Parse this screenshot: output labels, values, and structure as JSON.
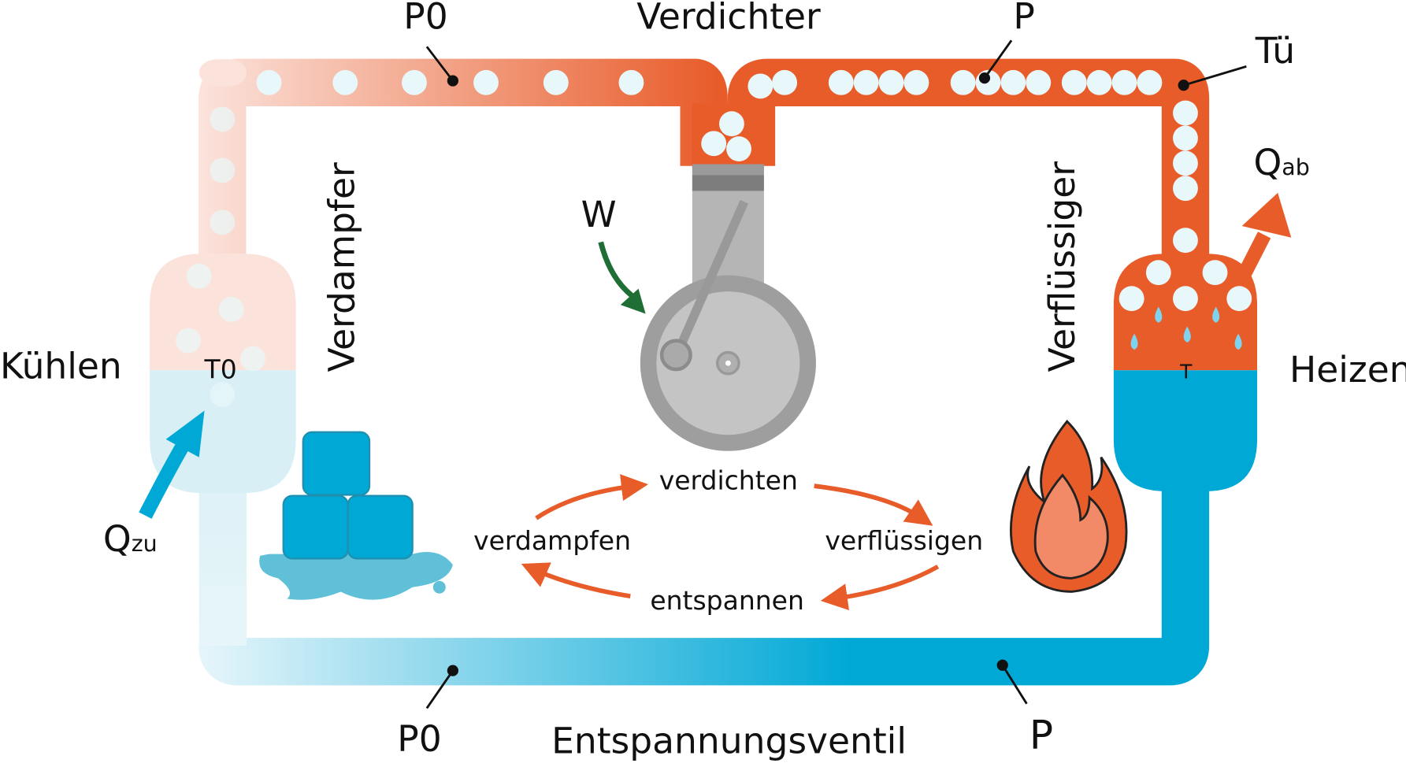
{
  "labels": {
    "p0_top": "P0",
    "compressor": "Verdichter",
    "p_top": "P",
    "tue": "Tü",
    "q_ab_main": "Q",
    "q_ab_sub": "ab",
    "w": "W",
    "evaporator": "Verdampfer",
    "condenser": "Verflüssiger",
    "cooling": "Kühlen",
    "heating": "Heizen",
    "t0": "T0",
    "t": "T",
    "q_zu_main": "Q",
    "q_zu_sub": "zu",
    "p0_bottom": "P0",
    "expansion_valve": "Entspannungsventil",
    "p_bottom": "P"
  },
  "cycle": {
    "compress": "verdichten",
    "condense": "verflüssigen",
    "expand": "entspannen",
    "evaporate": "verdampfen"
  },
  "colors": {
    "hot": "#e85c2a",
    "hot_light": "#fbe3dc",
    "cold": "#00a8d6",
    "cold_light": "#d8eff6",
    "bubble": "#e8f8fa",
    "compressor": "#b5b5b5",
    "arrow_w": "#1f6e35"
  }
}
